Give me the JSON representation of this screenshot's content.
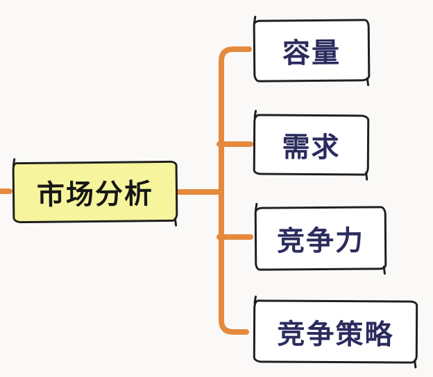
{
  "diagram": {
    "type": "mindmap",
    "background_color": "#faf9f7",
    "connector_color": "#e5893d",
    "root": {
      "label": "市场分析",
      "fill_color": "#f6f49c",
      "text_color": "#161616",
      "border_color": "#1f1f1f"
    },
    "children": [
      {
        "label": "容量"
      },
      {
        "label": "需求"
      },
      {
        "label": "竞争力"
      },
      {
        "label": "竞争策略"
      }
    ],
    "child_style": {
      "fill_color": "#ffffff",
      "text_color": "#2b2b5e",
      "border_color": "#1f1f1f"
    }
  }
}
